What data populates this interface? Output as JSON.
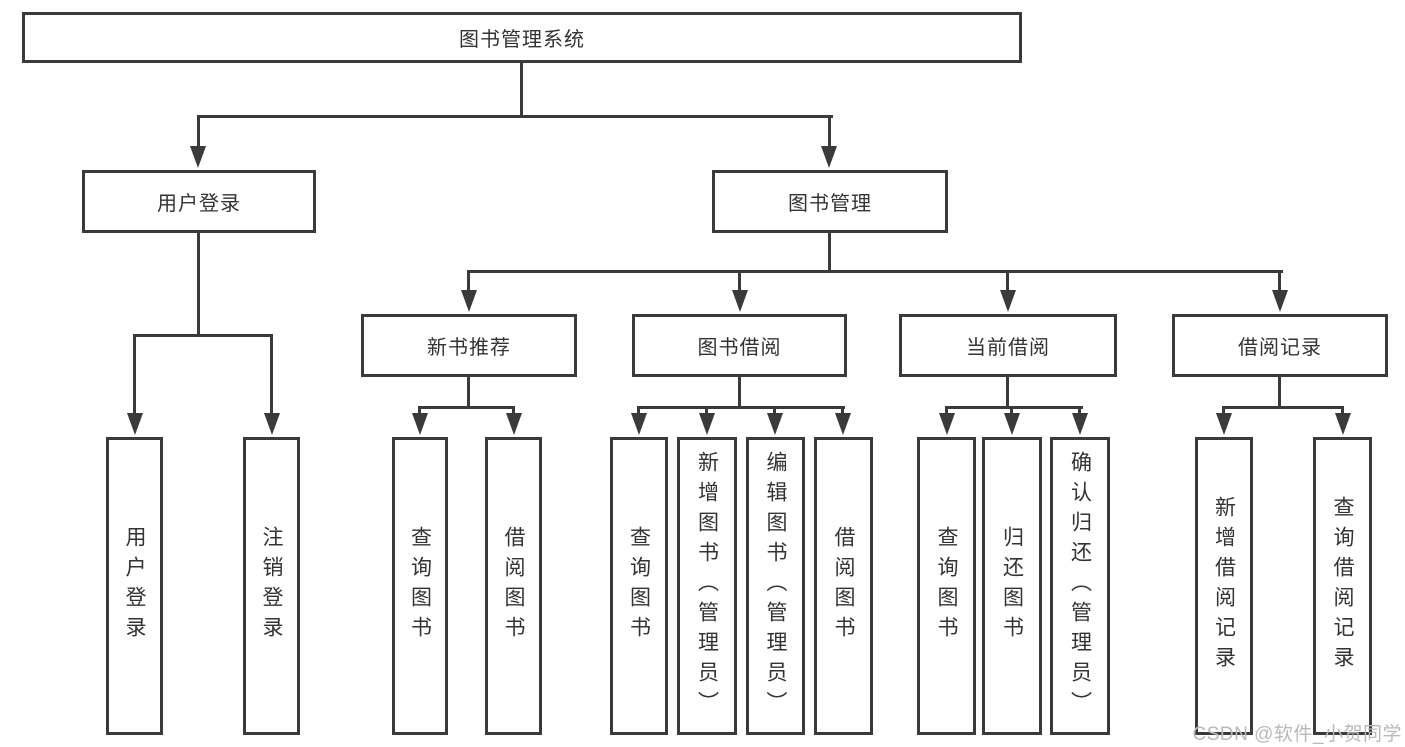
{
  "tree": {
    "root": "图书管理系统",
    "branches": [
      {
        "label": "用户登录",
        "children": [
          "用户登录",
          "注销登录"
        ]
      },
      {
        "label": "图书管理",
        "sections": [
          {
            "label": "新书推荐",
            "children": [
              "查询图书",
              "借阅图书"
            ]
          },
          {
            "label": "图书借阅",
            "children": [
              "查询图书",
              "新增图书（管理员）",
              "编辑图书（管理员）",
              "借阅图书"
            ]
          },
          {
            "label": "当前借阅",
            "children": [
              "查询图书",
              "归还图书",
              "确认归还（管理员）"
            ]
          },
          {
            "label": "借阅记录",
            "children": [
              "新增借阅记录",
              "查询借阅记录"
            ]
          }
        ]
      }
    ]
  },
  "watermark": "CSDN @软件_小贺同学",
  "colors": {
    "line": "#3a3a3a",
    "text": "#333333",
    "background": "#ffffff",
    "watermark": "#b9b9b9"
  }
}
